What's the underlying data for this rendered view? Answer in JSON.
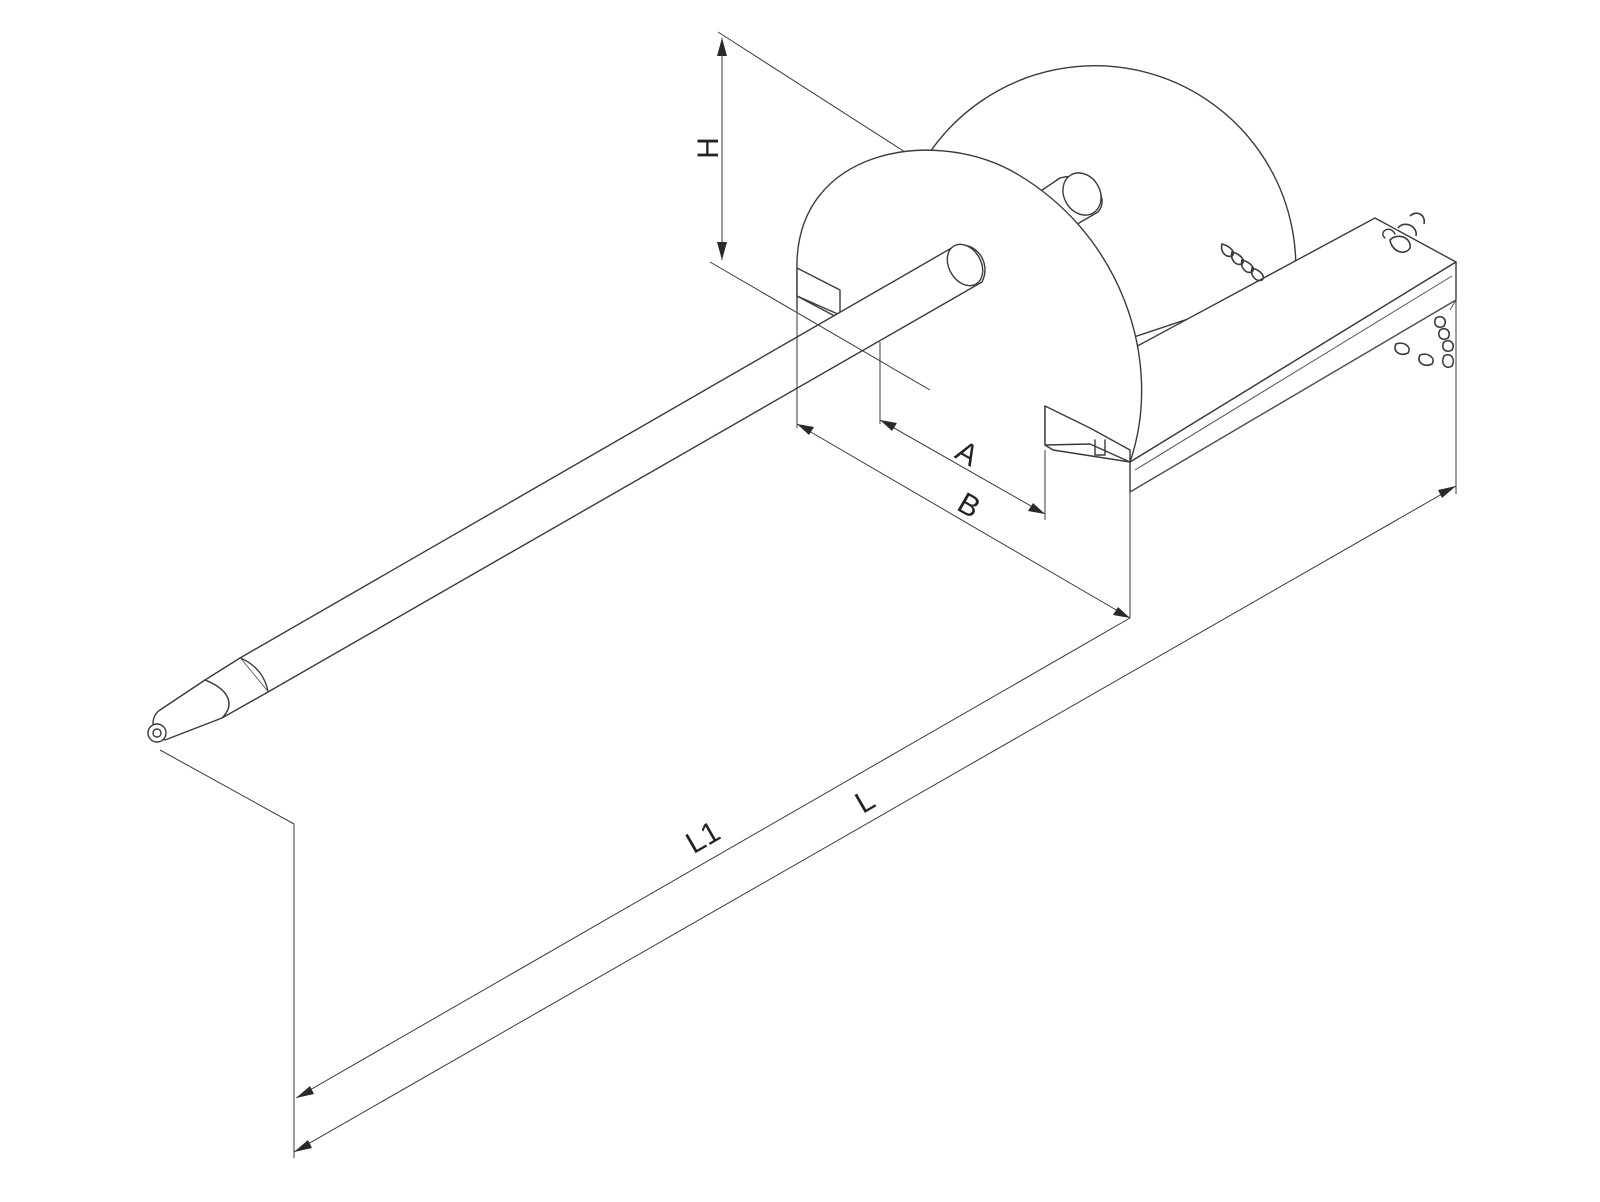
{
  "dimension_labels": {
    "H": "H",
    "A": "A",
    "B": "B",
    "L1": "L1",
    "L": "L"
  },
  "colors": {
    "line": "#3a3a3a",
    "background": "#ffffff"
  }
}
